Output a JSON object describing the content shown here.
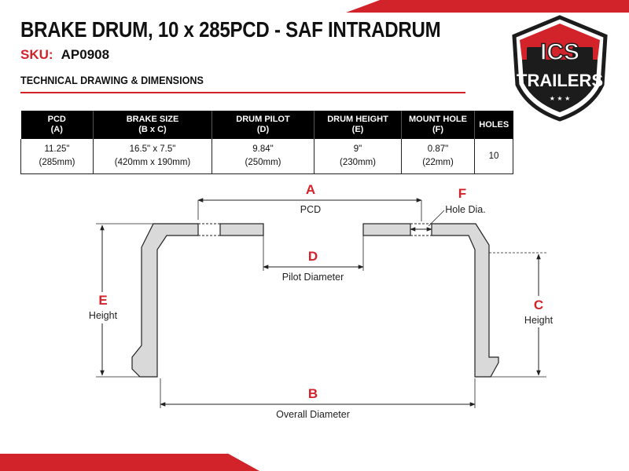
{
  "header": {
    "title": "BRAKE DRUM, 10 x 285PCD - SAF INTRADRUM",
    "sku_label": "SKU:",
    "sku_value": "AP0908",
    "section_heading": "TECHNICAL DRAWING & DIMENSIONS"
  },
  "logo": {
    "top_text": "ICS",
    "bottom_text": "TRAILERS",
    "stars": "★ ★ ★",
    "colors": {
      "red": "#d2232a",
      "dark": "#1c1c1c"
    }
  },
  "table": {
    "headers": [
      {
        "line1": "PCD",
        "line2": "(A)"
      },
      {
        "line1": "BRAKE SIZE",
        "line2": "(B x C)"
      },
      {
        "line1": "DRUM PILOT",
        "line2": "(D)"
      },
      {
        "line1": "DRUM HEIGHT",
        "line2": "(E)"
      },
      {
        "line1": "MOUNT HOLE",
        "line2": "(F)"
      },
      {
        "line1": "HOLES",
        "line2": ""
      }
    ],
    "row": [
      {
        "line1": "11.25\"",
        "line2": "(285mm)"
      },
      {
        "line1": "16.5\" x 7.5\"",
        "line2": "(420mm x 190mm)"
      },
      {
        "line1": "9.84\"",
        "line2": "(250mm)"
      },
      {
        "line1": "9\"",
        "line2": "(230mm)"
      },
      {
        "line1": "0.87\"",
        "line2": "(22mm)"
      },
      {
        "line1": "10",
        "line2": ""
      }
    ]
  },
  "diagram": {
    "dimensions": {
      "A": {
        "letter": "A",
        "label": "PCD"
      },
      "B": {
        "letter": "B",
        "label": "Overall Diameter"
      },
      "C": {
        "letter": "C",
        "label": "Height"
      },
      "D": {
        "letter": "D",
        "label": "Pilot Diameter"
      },
      "E": {
        "letter": "E",
        "label": "Height"
      },
      "F": {
        "letter": "F",
        "label": "Hole Dia."
      }
    },
    "colors": {
      "accent": "#d2232a",
      "part_fill": "#d9d9d9",
      "part_stroke": "#222222"
    }
  }
}
